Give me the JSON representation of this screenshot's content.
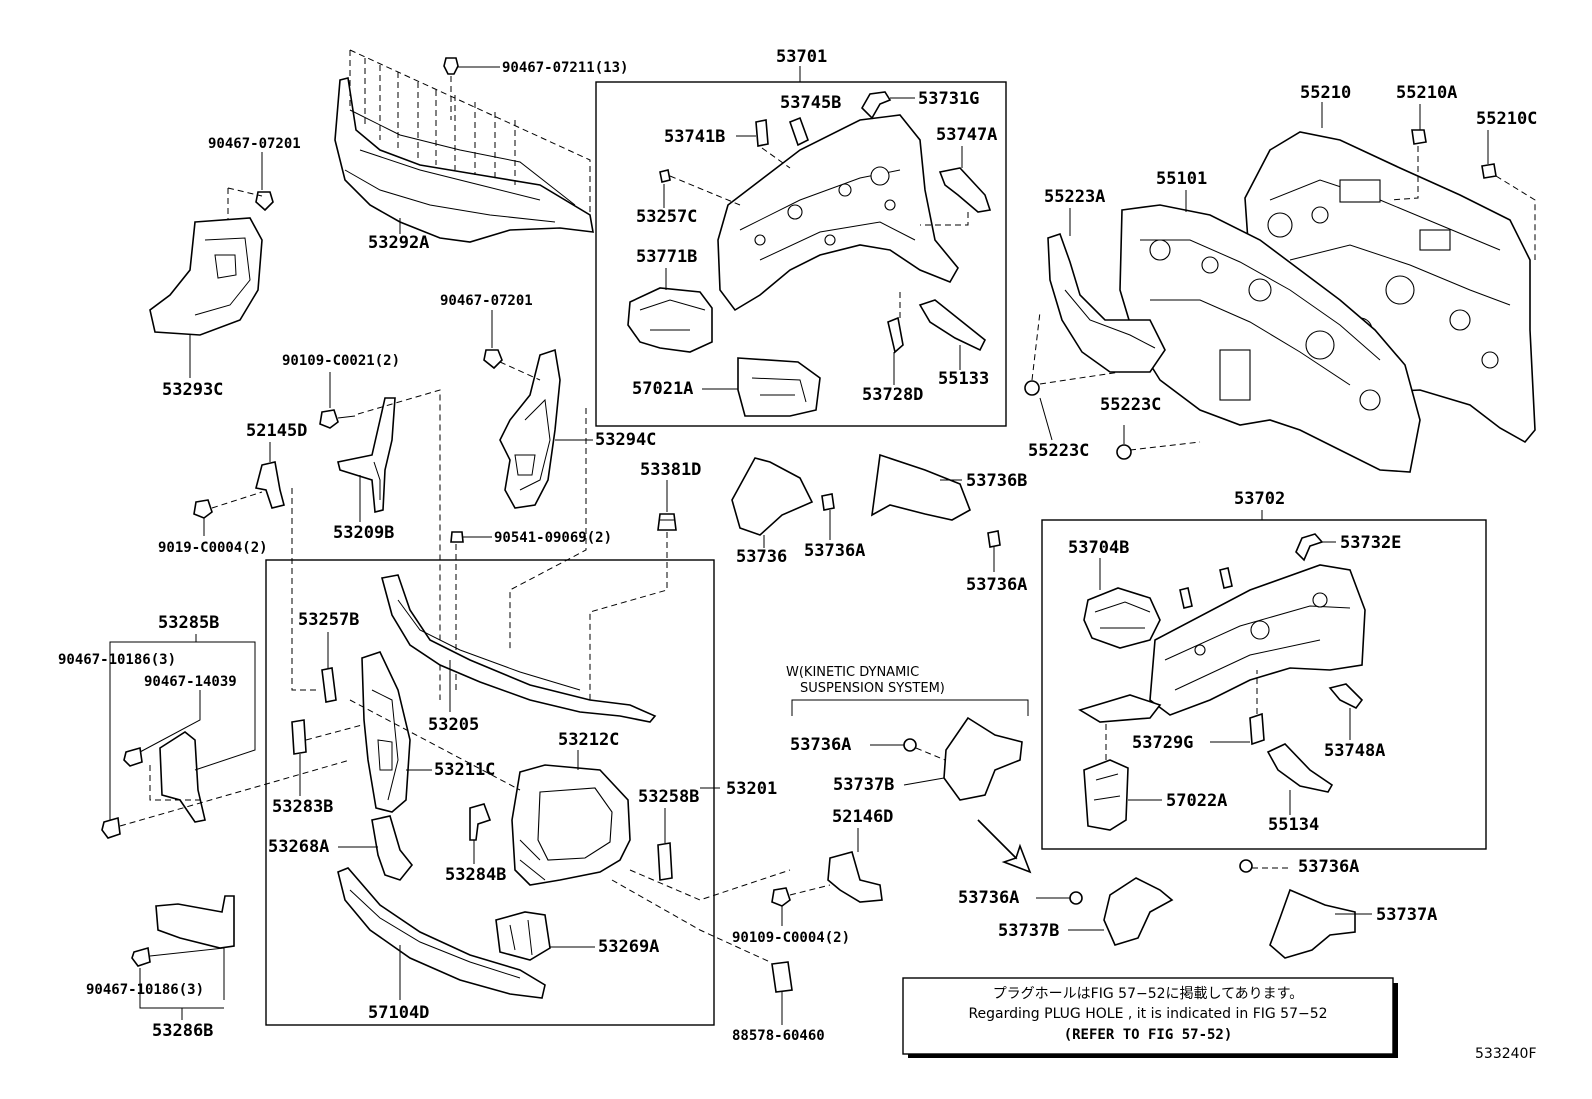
{
  "labels": {
    "p90467_07211": "90467-07211(13)",
    "p90467_07201_a": "90467-07201",
    "p53292A": "53292A",
    "p53293C": "53293C",
    "p90467_07201_b": "90467-07201",
    "p90109_C0021": "90109-C0021(2)",
    "p52145D": "52145D",
    "p9019_C0004": "9019-C0004(2)",
    "p53209B": "53209B",
    "p53294C": "53294C",
    "p90541_09069": "90541-09069(2)",
    "p53381D": "53381D",
    "p53285B": "53285B",
    "p90467_10186_a": "90467-10186(3)",
    "p90467_14039": "90467-14039",
    "p53257B": "53257B",
    "p53205": "53205",
    "p53211C": "53211C",
    "p53283B": "53283B",
    "p53212C": "53212C",
    "p53258B": "53258B",
    "p53201": "53201",
    "p53268A": "53268A",
    "p53284B": "53284B",
    "p53269A": "53269A",
    "p57104D": "57104D",
    "p90467_10186_b": "90467-10186(3)",
    "p53286B": "53286B",
    "p88578_60460": "88578-60460",
    "p52146D": "52146D",
    "p90109_C0004": "90109-C0004(2)",
    "p53701": "53701",
    "p53745B": "53745B",
    "p53731G": "53731G",
    "p53741B": "53741B",
    "p53747A": "53747A",
    "p53257C": "53257C",
    "p53771B": "53771B",
    "p57021A": "57021A",
    "p53728D": "53728D",
    "p55133": "55133",
    "p53736": "53736",
    "p53736A_1": "53736A",
    "p53736B": "53736B",
    "p53736A_2": "53736A",
    "p55210": "55210",
    "p55210A": "55210A",
    "p55210C": "55210C",
    "p55223A": "55223A",
    "p55101": "55101",
    "p55223C_a": "55223C",
    "p55223C_b": "55223C",
    "p53702": "53702",
    "p53704B": "53704B",
    "p53732E": "53732E",
    "p53729G": "53729G",
    "p53748A": "53748A",
    "p57022A": "57022A",
    "p55134": "55134",
    "p53736A_3": "53736A",
    "p53737B_1": "53737B",
    "p53736A_4": "53736A",
    "p53737B_2": "53737B",
    "p53736A_5": "53736A",
    "p53737A": "53737A"
  },
  "condition": {
    "line1": "W(KINETIC DYNAMIC",
    "line2": "SUSPENSION SYSTEM)"
  },
  "note": {
    "jp": "プラグホールはFIG 57−52に掲載してあります。",
    "en": "Regarding  PLUG  HOLE , it is indicated in FIG  57−52",
    "ref": "(REFER TO FIG 57-52)"
  },
  "figure_code": "533240F"
}
